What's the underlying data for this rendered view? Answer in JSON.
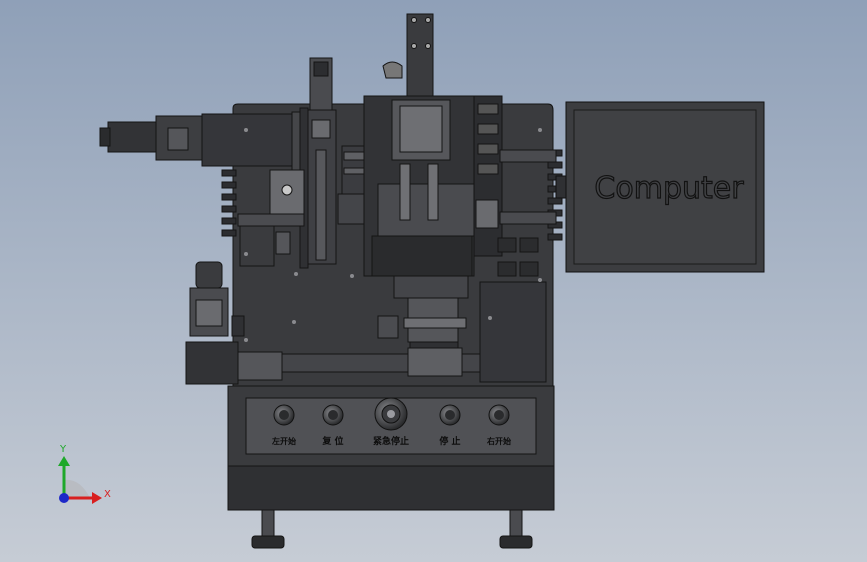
{
  "monitor": {
    "text": "Computer"
  },
  "control_panel": {
    "buttons": [
      {
        "label": "左开始",
        "icon": "push-button-icon"
      },
      {
        "label": "复 位",
        "icon": "push-button-icon"
      },
      {
        "label": "紧急停止",
        "icon": "emergency-stop-icon"
      },
      {
        "label": "停 止",
        "icon": "push-button-icon"
      },
      {
        "label": "右开始",
        "icon": "push-button-icon"
      }
    ]
  },
  "triad": {
    "y_label": "Y",
    "x_label": "X"
  },
  "colors": {
    "background_top": "#8fa0b8",
    "background_bottom": "#c6ccd5",
    "body": "#3c3d40",
    "body_dark": "#2a2b2d",
    "panel": "#505155",
    "axis_x": "#d81f1f",
    "axis_y": "#1ea82a",
    "axis_z": "#1d28c8"
  }
}
